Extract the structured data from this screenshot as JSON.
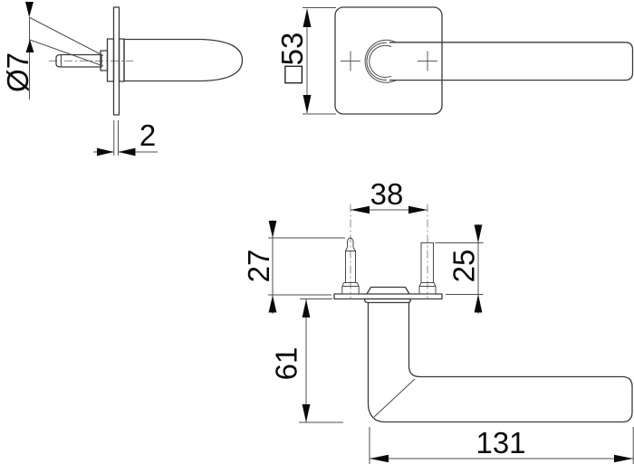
{
  "drawing": {
    "background_color": "#ffffff",
    "line_color": "#3a3a3a",
    "text_color": "#0a0a0a",
    "dims": {
      "spindle_diameter": "Ø7",
      "rose_thickness": "2",
      "rose_square": "□53",
      "pin_spacing": "38",
      "left_pin_length": "27",
      "right_pin_length": "25",
      "handle_depth": "61",
      "lever_length": "131"
    }
  }
}
